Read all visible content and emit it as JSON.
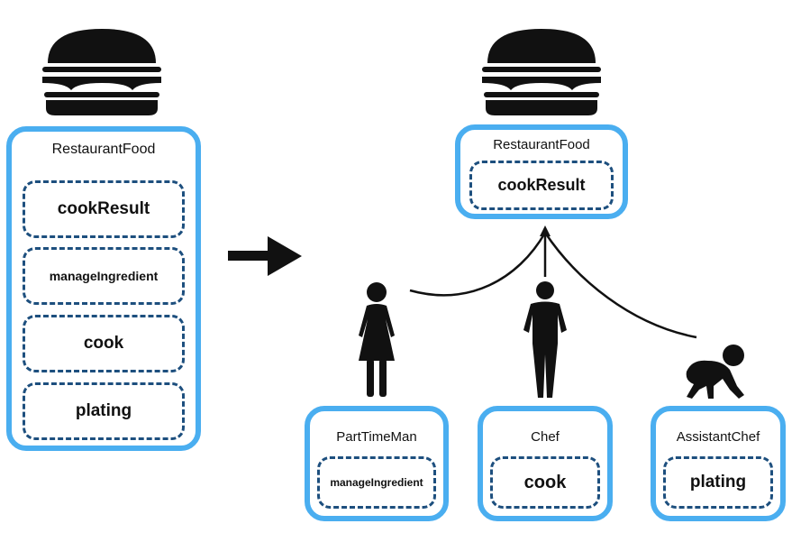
{
  "left_group": {
    "title": "RestaurantFood",
    "methods": [
      "cookResult",
      "manageIngredient",
      "cook",
      "plating"
    ]
  },
  "right_group": {
    "parent": {
      "title": "RestaurantFood",
      "method": "cookResult"
    },
    "roles": [
      {
        "title": "PartTimeMan",
        "method": "manageIngredient",
        "icon": "woman-icon"
      },
      {
        "title": "Chef",
        "method": "cook",
        "icon": "man-icon"
      },
      {
        "title": "AssistantChef",
        "method": "plating",
        "icon": "baby-icon"
      }
    ]
  },
  "colors": {
    "outer_border": "#4aaef0",
    "inner_border": "#1d4f7e",
    "line": "#111111"
  },
  "icons": [
    "burger-icon",
    "arrow-right-icon"
  ]
}
